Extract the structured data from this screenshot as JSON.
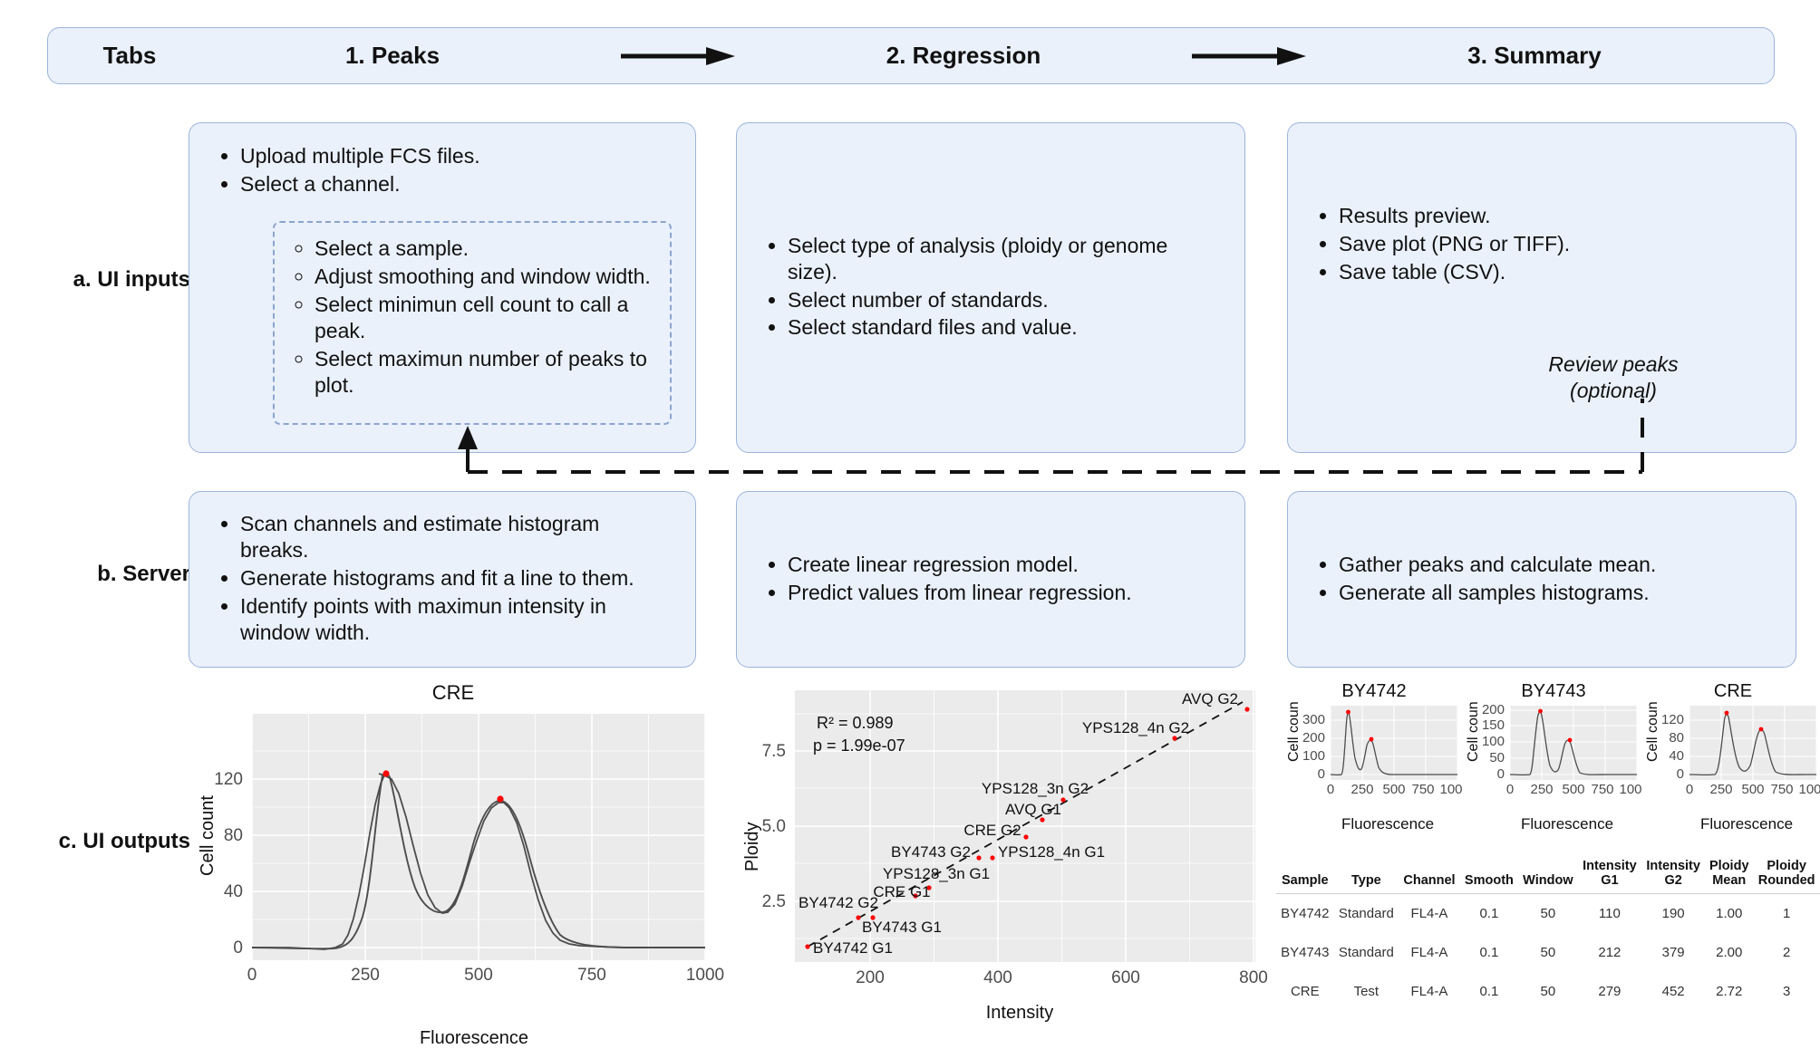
{
  "header": {
    "row_label": "Tabs",
    "tabs": [
      {
        "label": "1. Peaks"
      },
      {
        "label": "2. Regression"
      },
      {
        "label": "3. Summary"
      }
    ],
    "arrow_icon": "arrow-right-icon"
  },
  "rows": [
    {
      "label": "a. UI inputs"
    },
    {
      "label": "b. Server"
    },
    {
      "label": "c. UI outputs"
    }
  ],
  "cards": {
    "a1": {
      "items": [
        "Upload multiple FCS files.",
        "Select a channel."
      ],
      "nested": [
        "Select a sample.",
        "Adjust smoothing and window width.",
        "Select minimun cell count to call a peak.",
        "Select maximun number of peaks to plot."
      ]
    },
    "a2": {
      "items": [
        "Select type of analysis (ploidy or genome size).",
        "Select number of standards.",
        "Select standard files and value."
      ]
    },
    "a3": {
      "items": [
        "Results preview.",
        "Save plot (PNG or TIFF).",
        "Save table (CSV)."
      ],
      "note": "Review peaks\n(optional)",
      "note_line1": "Review peaks",
      "note_line2": "(optional)"
    },
    "b1": {
      "items": [
        "Scan channels and estimate histogram breaks.",
        "Generate histograms and fit a line to them.",
        "Identify points with maximun intensity in window width."
      ]
    },
    "b2": {
      "items": [
        "Create linear regression model.",
        "Predict values from linear regression."
      ]
    },
    "b3": {
      "items": [
        "Gather peaks and calculate mean.",
        "Generate all samples histograms."
      ]
    }
  },
  "chart_data": [
    {
      "id": "cre-histogram",
      "type": "line",
      "title": "CRE",
      "xlabel": "Fluorescence",
      "ylabel": "Cell count",
      "xlim": [
        0,
        1000
      ],
      "ylim": [
        0,
        130
      ],
      "xticks": [
        0,
        250,
        500,
        750,
        1000
      ],
      "yticks": [
        0,
        40,
        80,
        120
      ],
      "grid": true,
      "peaks": [
        {
          "x": 279,
          "y": 122
        },
        {
          "x": 452,
          "y": 100
        }
      ],
      "peak_color": "#ff0000",
      "line_color": "#4d4d4d",
      "panel_color": "#ebebeb"
    },
    {
      "id": "regression-scatter",
      "type": "scatter",
      "title": "",
      "xlabel": "Intensity",
      "ylabel": "Ploidy",
      "xlim": [
        90,
        820
      ],
      "ylim": [
        0.55,
        8.7
      ],
      "xticks": [
        200,
        400,
        600,
        800
      ],
      "yticks": [
        2.5,
        5.0,
        7.5
      ],
      "grid": true,
      "annotations": [
        "R² = 0.989",
        "p = 1.99e-07"
      ],
      "r_squared": 0.989,
      "p_value": "1.99e-07",
      "fit_line": "dashed",
      "point_color": "#ff0000",
      "points": [
        {
          "label": "BY4742 G1",
          "x": 110,
          "y": 1.0,
          "lx": 152,
          "ly": 1.0,
          "anchor": "start"
        },
        {
          "label": "BY4742 G2",
          "x": 190,
          "y": 2.0,
          "lx": 175,
          "ly": 2.35,
          "anchor": "middle"
        },
        {
          "label": "BY4743 G1",
          "x": 212,
          "y": 2.0,
          "lx": 258,
          "ly": 1.72,
          "anchor": "middle"
        },
        {
          "label": "CRE G1",
          "x": 279,
          "y": 2.72,
          "lx": 262,
          "ly": 2.92,
          "anchor": "middle"
        },
        {
          "label": "YPS128_3n G1",
          "x": 300,
          "y": 3.0,
          "lx": 300,
          "ly": 3.35,
          "anchor": "middle"
        },
        {
          "label": "BY4743 G2",
          "x": 379,
          "y": 4.0,
          "lx": 300,
          "ly": 4.0,
          "anchor": "middle"
        },
        {
          "label": "YPS128_4n G1",
          "x": 400,
          "y": 4.0,
          "lx": 490,
          "ly": 4.0,
          "anchor": "middle"
        },
        {
          "label": "CRE G2",
          "x": 452,
          "y": 4.72,
          "lx": 418,
          "ly": 4.9,
          "anchor": "middle"
        },
        {
          "label": "AVQ G1",
          "x": 478,
          "y": 5.3,
          "lx": 480,
          "ly": 5.62,
          "anchor": "middle"
        },
        {
          "label": "YPS128_3n G2",
          "x": 510,
          "y": 6.0,
          "lx": 480,
          "ly": 6.28,
          "anchor": "middle"
        },
        {
          "label": "YPS128_4n G2",
          "x": 685,
          "y": 8.0,
          "lx": 690,
          "ly": 8.32,
          "anchor": "middle"
        },
        {
          "label": "AVQ G2",
          "x": 800,
          "y": 8.6,
          "lx": 740,
          "ly": 8.62,
          "anchor": "middle"
        }
      ]
    },
    {
      "id": "mini-by4742",
      "type": "line",
      "title": "BY4742",
      "xlabel": "Fluorescence",
      "ylabel": "Cell count",
      "xticks": [
        "0",
        "250",
        "500",
        "750",
        "100"
      ],
      "yticks": [
        0,
        100,
        200,
        300
      ],
      "ylim": [
        0,
        390
      ],
      "peaks": [
        {
          "x": 110,
          "y": 365
        },
        {
          "x": 190,
          "y": 165
        }
      ],
      "peak_color": "#ff0000"
    },
    {
      "id": "mini-by4743",
      "type": "line",
      "title": "BY4743",
      "xlabel": "Fluorescence",
      "ylabel": "Cell count",
      "xticks": [
        "0",
        "250",
        "500",
        "750",
        "100"
      ],
      "yticks": [
        0,
        50,
        100,
        150,
        200
      ],
      "ylim": [
        0,
        235
      ],
      "peaks": [
        {
          "x": 212,
          "y": 220
        },
        {
          "x": 379,
          "y": 118
        }
      ],
      "peak_color": "#ff0000"
    },
    {
      "id": "mini-cre",
      "type": "line",
      "title": "CRE",
      "xlabel": "Fluorescence",
      "ylabel": "Cell count",
      "xticks": [
        "0",
        "250",
        "500",
        "750",
        "100"
      ],
      "yticks": [
        0,
        40,
        80,
        120
      ],
      "ylim": [
        0,
        132
      ],
      "peaks": [
        {
          "x": 279,
          "y": 122
        },
        {
          "x": 452,
          "y": 100
        }
      ],
      "peak_color": "#ff0000"
    }
  ],
  "table": {
    "columns": [
      "Sample",
      "Type",
      "Channel",
      "Smooth",
      "Window",
      "Intensity G1",
      "Intensity G2",
      "Ploidy Mean",
      "Ploidy Rounded"
    ],
    "columns_wrapped": [
      [
        "Sample"
      ],
      [
        "Type"
      ],
      [
        "Channel"
      ],
      [
        "Smooth"
      ],
      [
        "Window"
      ],
      [
        "Intensity",
        "G1"
      ],
      [
        "Intensity",
        "G2"
      ],
      [
        "Ploidy",
        "Mean"
      ],
      [
        "Ploidy",
        "Rounded"
      ]
    ],
    "rows": [
      [
        "BY4742",
        "Standard",
        "FL4-A",
        "0.1",
        "50",
        "110",
        "190",
        "1.00",
        "1"
      ],
      [
        "BY4743",
        "Standard",
        "FL4-A",
        "0.1",
        "50",
        "212",
        "379",
        "2.00",
        "2"
      ],
      [
        "CRE",
        "Test",
        "FL4-A",
        "0.1",
        "50",
        "279",
        "452",
        "2.72",
        "3"
      ]
    ]
  },
  "colors": {
    "panel_fill": "#eaf1fb",
    "panel_border": "#9db4da",
    "dashed_border": "#8da4cf",
    "plot_panel": "#ebebeb",
    "peak_red": "#ff0000",
    "line_gray": "#4d4d4d"
  }
}
